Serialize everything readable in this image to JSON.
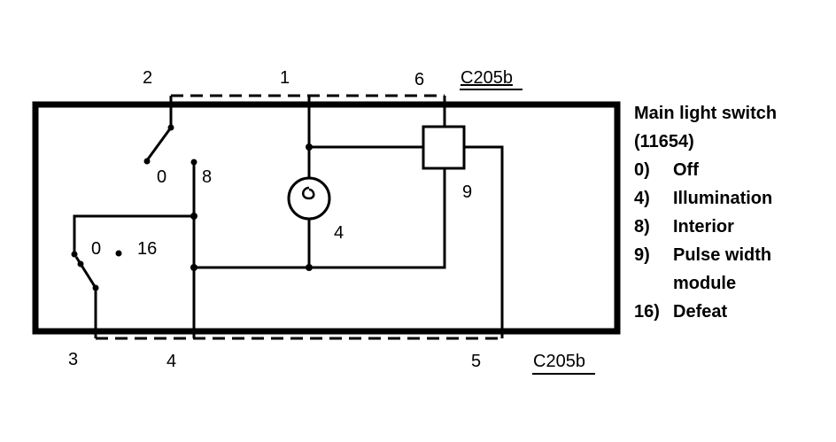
{
  "diagram": {
    "connector_top": "C205b",
    "connector_bottom": "C205b",
    "pins": {
      "p1": "1",
      "p2": "2",
      "p3": "3",
      "p4": "4",
      "p5": "5",
      "p6": "6"
    },
    "internal_labels": {
      "switch_off": "0",
      "interior": "8",
      "module": "9",
      "illumination": "4",
      "defeat_off": "0",
      "defeat": "16"
    }
  },
  "legend": {
    "title_line1": "Main light switch",
    "title_line2": "(11654)",
    "items": [
      {
        "key": "0)",
        "label": "Off"
      },
      {
        "key": "4)",
        "label": "Illumination"
      },
      {
        "key": "8)",
        "label": "Interior"
      },
      {
        "key": "9)",
        "label": "Pulse width",
        "cont": "module"
      },
      {
        "key": "16)",
        "label": "Defeat"
      }
    ]
  }
}
